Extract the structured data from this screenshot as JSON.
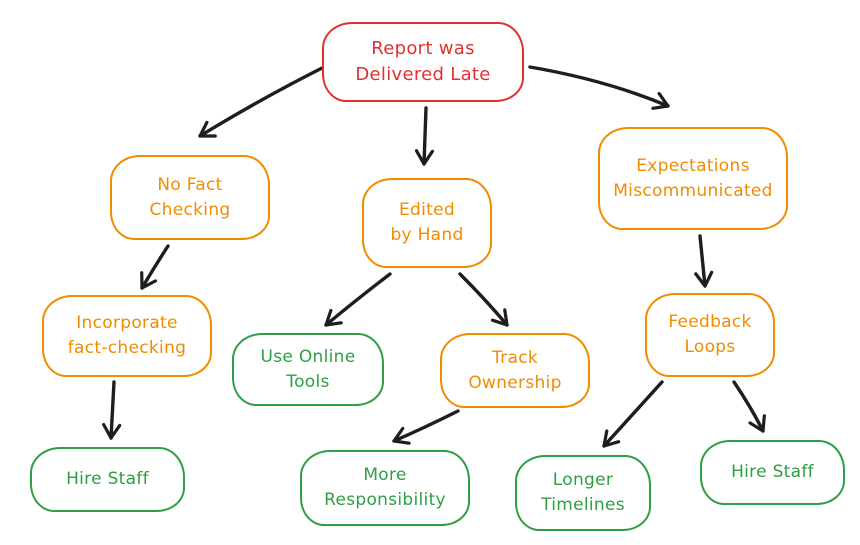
{
  "diagram": {
    "type": "flowchart",
    "style": "hand-drawn",
    "background": "#ffffff"
  },
  "colors": {
    "problem": "#e03131",
    "cause": "#f08c00",
    "solution": "#2f9e44",
    "arrow": "#1e1e1e"
  },
  "nodes": [
    {
      "id": "report-delivered-late",
      "label": "Report was Delivered Late",
      "lines": [
        "Report was",
        "Delivered Late"
      ],
      "color": "#e03131"
    },
    {
      "id": "no-fact-checking",
      "label": "No Fact Checking",
      "lines": [
        "No Fact",
        "Checking"
      ],
      "color": "#f08c00"
    },
    {
      "id": "edited-by-hand",
      "label": "Edited by Hand",
      "lines": [
        "Edited",
        "by Hand"
      ],
      "color": "#f08c00"
    },
    {
      "id": "expectations-miscommunicated",
      "label": "Expectations Miscommunicated",
      "lines": [
        "Expectations",
        "Miscommunicated"
      ],
      "color": "#f08c00"
    },
    {
      "id": "incorporate-fact-checking",
      "label": "Incorporate fact-checking",
      "lines": [
        "Incorporate",
        "fact-checking"
      ],
      "color": "#f08c00"
    },
    {
      "id": "use-online-tools",
      "label": "Use Online Tools",
      "lines": [
        "Use Online",
        "Tools"
      ],
      "color": "#2f9e44"
    },
    {
      "id": "track-ownership",
      "label": "Track Ownership",
      "lines": [
        "Track",
        "Ownership"
      ],
      "color": "#f08c00"
    },
    {
      "id": "feedback-loops",
      "label": "Feedback Loops",
      "lines": [
        "Feedback",
        "Loops"
      ],
      "color": "#f08c00"
    },
    {
      "id": "hire-staff-left",
      "label": "Hire Staff",
      "lines": [
        "Hire Staff"
      ],
      "color": "#2f9e44"
    },
    {
      "id": "more-responsibility",
      "label": "More Responsibility",
      "lines": [
        "More",
        "Responsibility"
      ],
      "color": "#2f9e44"
    },
    {
      "id": "longer-timelines",
      "label": "Longer Timelines",
      "lines": [
        "Longer",
        "Timelines"
      ],
      "color": "#2f9e44"
    },
    {
      "id": "hire-staff-right",
      "label": "Hire Staff",
      "lines": [
        "Hire Staff"
      ],
      "color": "#2f9e44"
    }
  ],
  "edges": [
    {
      "from": "report-delivered-late",
      "to": "no-fact-checking"
    },
    {
      "from": "report-delivered-late",
      "to": "edited-by-hand"
    },
    {
      "from": "report-delivered-late",
      "to": "expectations-miscommunicated"
    },
    {
      "from": "no-fact-checking",
      "to": "incorporate-fact-checking"
    },
    {
      "from": "incorporate-fact-checking",
      "to": "hire-staff-left"
    },
    {
      "from": "edited-by-hand",
      "to": "use-online-tools"
    },
    {
      "from": "edited-by-hand",
      "to": "track-ownership"
    },
    {
      "from": "track-ownership",
      "to": "more-responsibility"
    },
    {
      "from": "expectations-miscommunicated",
      "to": "feedback-loops"
    },
    {
      "from": "feedback-loops",
      "to": "longer-timelines"
    },
    {
      "from": "feedback-loops",
      "to": "hire-staff-right"
    }
  ]
}
